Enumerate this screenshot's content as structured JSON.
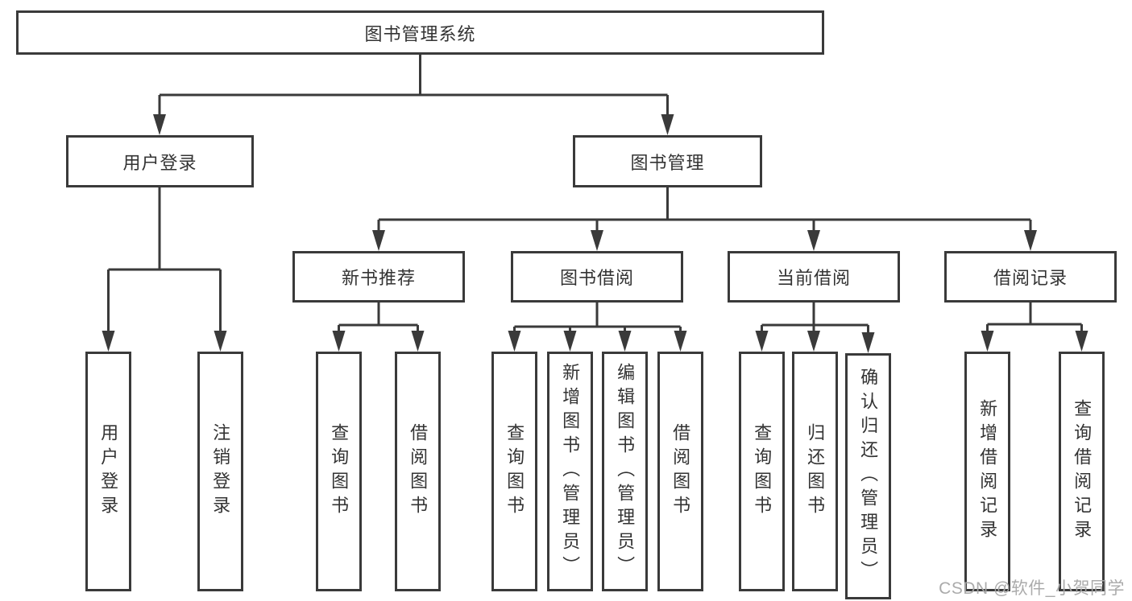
{
  "root": {
    "label": "图书管理系统"
  },
  "level1": [
    {
      "label": "用户登录"
    },
    {
      "label": "图书管理"
    }
  ],
  "level2": [
    {
      "label": "新书推荐"
    },
    {
      "label": "图书借阅"
    },
    {
      "label": "当前借阅"
    },
    {
      "label": "借阅记录"
    }
  ],
  "leaves": {
    "user_login": [
      {
        "label": "用户登录"
      },
      {
        "label": "注销登录"
      }
    ],
    "new_book_recommend": [
      {
        "label": "查询图书"
      },
      {
        "label": "借阅图书"
      }
    ],
    "book_borrow": [
      {
        "label": "查询图书"
      },
      {
        "label": "新增图书（管理员）"
      },
      {
        "label": "编辑图书（管理员）"
      },
      {
        "label": "借阅图书"
      }
    ],
    "current_borrow": [
      {
        "label": "查询图书"
      },
      {
        "label": "归还图书"
      },
      {
        "label": "确认归还（管理员）"
      }
    ],
    "borrow_records": [
      {
        "label": "新增借阅记录"
      },
      {
        "label": "查询借阅记录"
      }
    ]
  },
  "watermark": {
    "text": "CSDN @软件_小贺同学"
  },
  "colors": {
    "line": "#3a3a3a",
    "border": "#3a3a3a",
    "text": "#333333",
    "watermark": "#a6a6a6",
    "background": "#ffffff"
  }
}
